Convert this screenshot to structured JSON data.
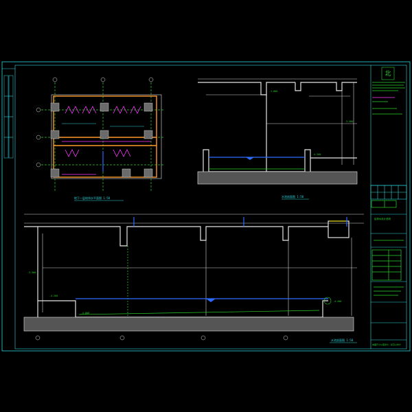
{
  "drawing": {
    "plan_title": "地下一层给排水平面图 1:50",
    "section1_title": "水池剖面图 1:50",
    "section2_title": "水池剖面图 1:50",
    "panel_header": "给排水设计说明",
    "panel_logo_char": "北",
    "bottom_note": "本图尺寸以毫米计，标高以米计"
  },
  "levels": {
    "l1": "-1.000",
    "l2": "-3.500",
    "l3": "-4.200",
    "l4": "-4.800"
  },
  "colors": {
    "background": "#000000",
    "frame": "#2fd9e0",
    "linework": "#e6e6e6",
    "text": "#2bd62b",
    "water": "#2a6cff",
    "pipe": "#ff3cff",
    "column": "#ff9a2a"
  }
}
